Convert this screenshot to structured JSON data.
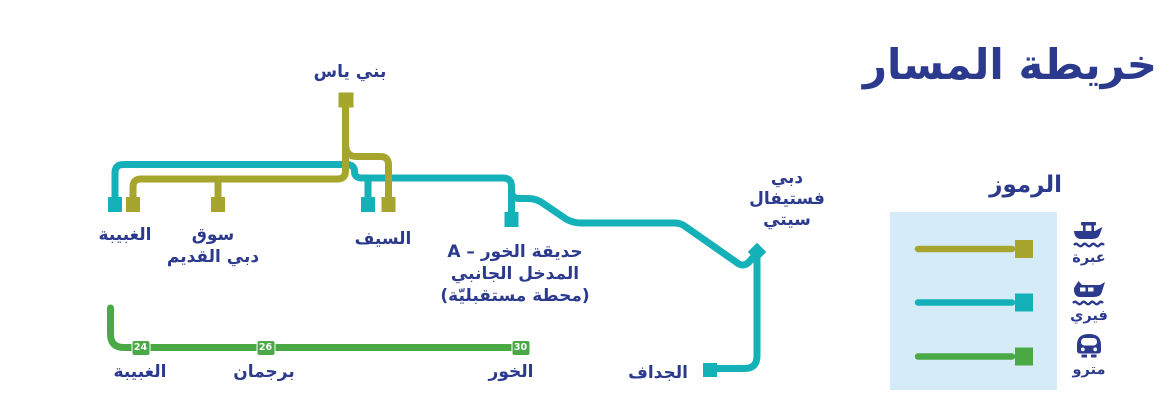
{
  "title": "خريطة المسار",
  "colors": {
    "abra": "#a6a62f",
    "ferry": "#14b1b8",
    "metro": "#4aa945",
    "text_navy": "#2c3a8e",
    "legend_box": "#d5ecf8",
    "badge_text": "#ffffff"
  },
  "legend": {
    "title": "الرموز",
    "items": [
      {
        "label": "عبرة",
        "icon": "abra-boat-icon",
        "color": "#a6a62f"
      },
      {
        "label": "فيري",
        "icon": "ferry-boat-icon",
        "color": "#14b1b8"
      },
      {
        "label": "مترو",
        "icon": "metro-train-icon",
        "color": "#4aa945"
      }
    ]
  },
  "map": {
    "stations": {
      "baniyas": {
        "label": "بني ياس"
      },
      "ghubaiba_water": {
        "label": "الغبيبة"
      },
      "old_souq": {
        "lines": [
          "سوق",
          "دبي القديم"
        ]
      },
      "al_seef": {
        "label": "السيف"
      },
      "creek_park": {
        "lines": [
          "حديقة الخور – A",
          "المدخل الجانبي",
          "(محطة مستقبليّة)"
        ]
      },
      "festival_city": {
        "lines": [
          "دبي",
          "فستيفال",
          "سيتي"
        ]
      },
      "jaddaf": {
        "label": "الجداف"
      }
    },
    "metro": {
      "stations": [
        {
          "num": "24",
          "label": "الغبيبة"
        },
        {
          "num": "26",
          "label": "برجمان"
        },
        {
          "num": "30",
          "label": "الخور"
        }
      ]
    }
  }
}
